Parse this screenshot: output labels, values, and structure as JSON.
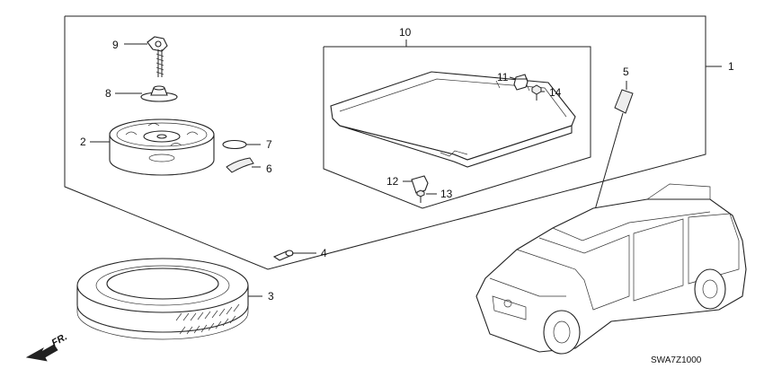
{
  "callouts": {
    "c1": "1",
    "c2": "2",
    "c3": "3",
    "c4": "4",
    "c5": "5",
    "c6": "6",
    "c7": "7",
    "c8": "8",
    "c9": "9",
    "c10": "10",
    "c11": "11",
    "c12": "12",
    "c13": "13",
    "c14": "14"
  },
  "diagram_code": "SWA7Z1000",
  "front_indicator": "FR."
}
